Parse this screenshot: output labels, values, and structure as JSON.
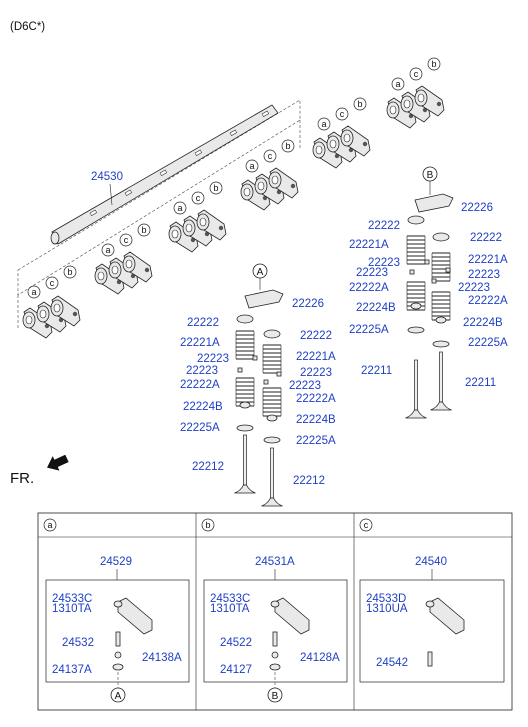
{
  "header": {
    "model_code": "(D6C*)"
  },
  "direction_label": "FR.",
  "callouts": {
    "a": "a",
    "b": "b",
    "c": "c",
    "A": "A",
    "B": "B"
  },
  "parts": {
    "shaft": "24530",
    "valve_train_B": {
      "rocker": "22226",
      "retainer_l": "22222",
      "retainer_r": "22222",
      "spring_inner_l": "22221A",
      "spring_inner_r": "22221A",
      "key1_l": "22223",
      "key2_l": "22223",
      "key1_r": "22223",
      "key2_r": "22223",
      "spring_outer_l": "22222A",
      "spring_outer_r": "22222A",
      "seat_inner_l": "22224B",
      "seat_inner_r": "22224B",
      "seat_l": "22225A",
      "seat_r": "22225A",
      "valve_l": "22211",
      "valve_r": "22211"
    },
    "valve_train_A": {
      "rocker": "22226",
      "retainer_l": "22222",
      "retainer_r": "22222",
      "spring_inner_l": "22221A",
      "spring_inner_r": "22221A",
      "key1_l": "22223",
      "key2_l": "22223",
      "key1_r": "22223",
      "key2_r": "22223",
      "spring_outer_l": "22222A",
      "spring_outer_r": "22222A",
      "seat_inner_l": "22224B",
      "seat_inner_r": "22224B",
      "seat_l": "22225A",
      "seat_r": "22225A",
      "valve_l": "22212",
      "valve_r": "22212"
    }
  },
  "table": {
    "columns": [
      {
        "header": "a",
        "assembly": "24529",
        "screw": "24533C",
        "nut": "1310TA",
        "pin": "24532",
        "ball": "24138A",
        "cap": "24137A",
        "callout": "A"
      },
      {
        "header": "b",
        "assembly": "24531A",
        "screw": "24533C",
        "nut": "1310TA",
        "pin": "24522",
        "ball": "24128A",
        "cap": "24127",
        "callout": "B"
      },
      {
        "header": "c",
        "assembly": "24540",
        "screw": "24533D",
        "nut": "1310UA",
        "pin": "24542"
      }
    ]
  },
  "colors": {
    "label": "#1f3fc4",
    "line": "#222222"
  }
}
